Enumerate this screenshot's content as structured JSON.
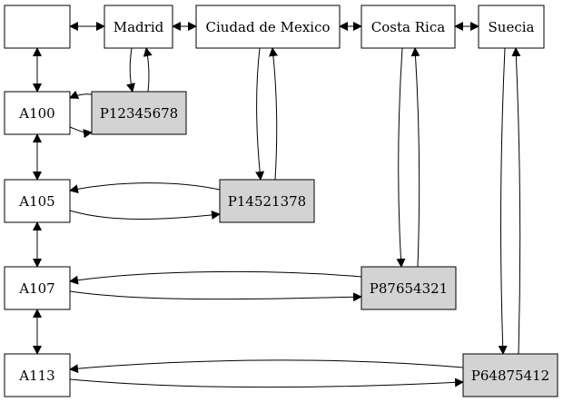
{
  "graph": {
    "nodes": {
      "header_blank": {
        "label": "",
        "fill": "#ffffff"
      },
      "madrid": {
        "label": "Madrid",
        "fill": "#ffffff"
      },
      "ciudad": {
        "label": "Ciudad de Mexico",
        "fill": "#ffffff"
      },
      "costa_rica": {
        "label": "Costa Rica",
        "fill": "#ffffff"
      },
      "suecia": {
        "label": "Suecia",
        "fill": "#ffffff"
      },
      "a100": {
        "label": "A100",
        "fill": "#ffffff"
      },
      "a105": {
        "label": "A105",
        "fill": "#ffffff"
      },
      "a107": {
        "label": "A107",
        "fill": "#ffffff"
      },
      "a113": {
        "label": "A113",
        "fill": "#ffffff"
      },
      "p12345678": {
        "label": "P12345678",
        "fill": "#d3d3d3"
      },
      "p14521378": {
        "label": "P14521378",
        "fill": "#d3d3d3"
      },
      "p87654321": {
        "label": "P87654321",
        "fill": "#d3d3d3"
      },
      "p64875412": {
        "label": "P64875412",
        "fill": "#d3d3d3"
      }
    },
    "edges": [
      {
        "from": "header_blank",
        "to": "madrid",
        "kind": "both"
      },
      {
        "from": "madrid",
        "to": "ciudad",
        "kind": "both"
      },
      {
        "from": "ciudad",
        "to": "costa_rica",
        "kind": "both"
      },
      {
        "from": "costa_rica",
        "to": "suecia",
        "kind": "both"
      },
      {
        "from": "header_blank",
        "to": "a100",
        "kind": "both"
      },
      {
        "from": "a100",
        "to": "a105",
        "kind": "both"
      },
      {
        "from": "a105",
        "to": "a107",
        "kind": "both"
      },
      {
        "from": "a107",
        "to": "a113",
        "kind": "both"
      },
      {
        "from": "madrid",
        "to": "p12345678",
        "kind": "directed"
      },
      {
        "from": "p12345678",
        "to": "madrid",
        "kind": "directed"
      },
      {
        "from": "ciudad",
        "to": "p14521378",
        "kind": "directed"
      },
      {
        "from": "p14521378",
        "to": "ciudad",
        "kind": "directed"
      },
      {
        "from": "costa_rica",
        "to": "p87654321",
        "kind": "directed"
      },
      {
        "from": "p87654321",
        "to": "costa_rica",
        "kind": "directed"
      },
      {
        "from": "suecia",
        "to": "p64875412",
        "kind": "directed"
      },
      {
        "from": "p64875412",
        "to": "suecia",
        "kind": "directed"
      },
      {
        "from": "a100",
        "to": "p12345678",
        "kind": "directed"
      },
      {
        "from": "p12345678",
        "to": "a100",
        "kind": "directed"
      },
      {
        "from": "a105",
        "to": "p14521378",
        "kind": "directed"
      },
      {
        "from": "p14521378",
        "to": "a105",
        "kind": "directed"
      },
      {
        "from": "a107",
        "to": "p87654321",
        "kind": "directed"
      },
      {
        "from": "p87654321",
        "to": "a107",
        "kind": "directed"
      },
      {
        "from": "a113",
        "to": "p64875412",
        "kind": "directed"
      },
      {
        "from": "p64875412",
        "to": "a113",
        "kind": "directed"
      }
    ]
  }
}
